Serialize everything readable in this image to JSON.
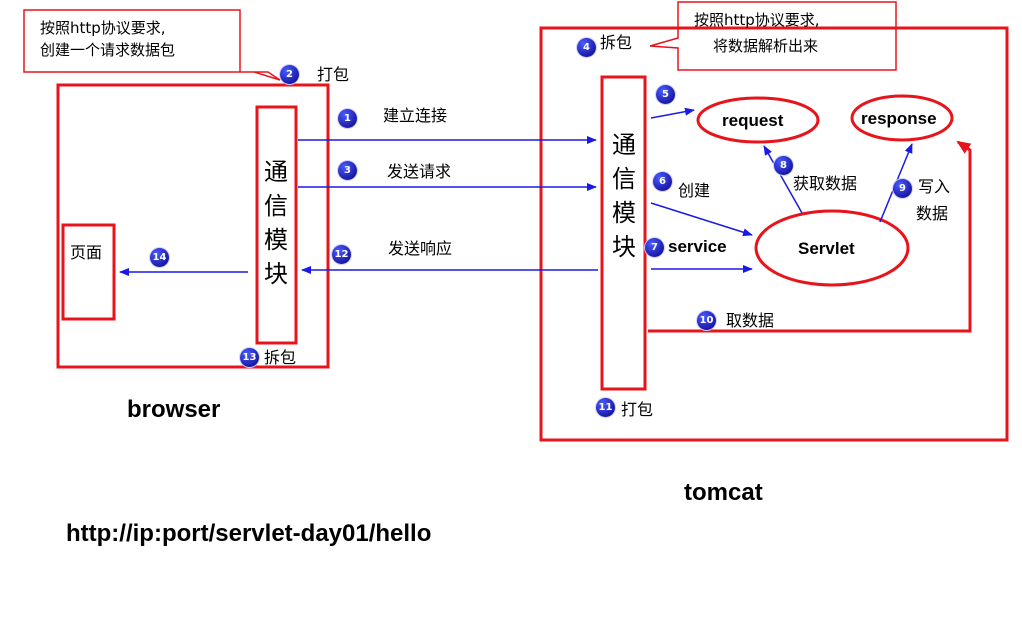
{
  "callouts": {
    "left": [
      "按照http协议要求,",
      "创建一个请求数据包"
    ],
    "right": [
      "按照http协议要求,",
      "将数据解析出来"
    ]
  },
  "browser": {
    "title": "browser",
    "page_label": "页面",
    "comm_module": [
      "通",
      "信",
      "模",
      "块"
    ]
  },
  "tomcat": {
    "title": "tomcat",
    "comm_module": [
      "通",
      "信",
      "模",
      "块"
    ],
    "request_label": "request",
    "response_label": "response",
    "servlet_label": "Servlet"
  },
  "steps": [
    {
      "num": "1",
      "text": "建立连接"
    },
    {
      "num": "2",
      "text": "打包"
    },
    {
      "num": "3",
      "text": "发送请求"
    },
    {
      "num": "4",
      "text": "拆包"
    },
    {
      "num": "5",
      "text": ""
    },
    {
      "num": "6",
      "text": "创建"
    },
    {
      "num": "7",
      "text": "service"
    },
    {
      "num": "8",
      "text": "获取数据"
    },
    {
      "num": "9",
      "text": "写入\n数据"
    },
    {
      "num": "10",
      "text": "取数据"
    },
    {
      "num": "11",
      "text": "打包"
    },
    {
      "num": "12",
      "text": "发送响应"
    },
    {
      "num": "13",
      "text": "拆包"
    },
    {
      "num": "14",
      "text": ""
    }
  ],
  "step9_lines": [
    "写入",
    "数据"
  ],
  "url": "http://ip:port/servlet-day01/hello",
  "colors": {
    "box": "#e8141c",
    "arrow": "#1a1ae6",
    "badge": "#1a1aa8"
  }
}
